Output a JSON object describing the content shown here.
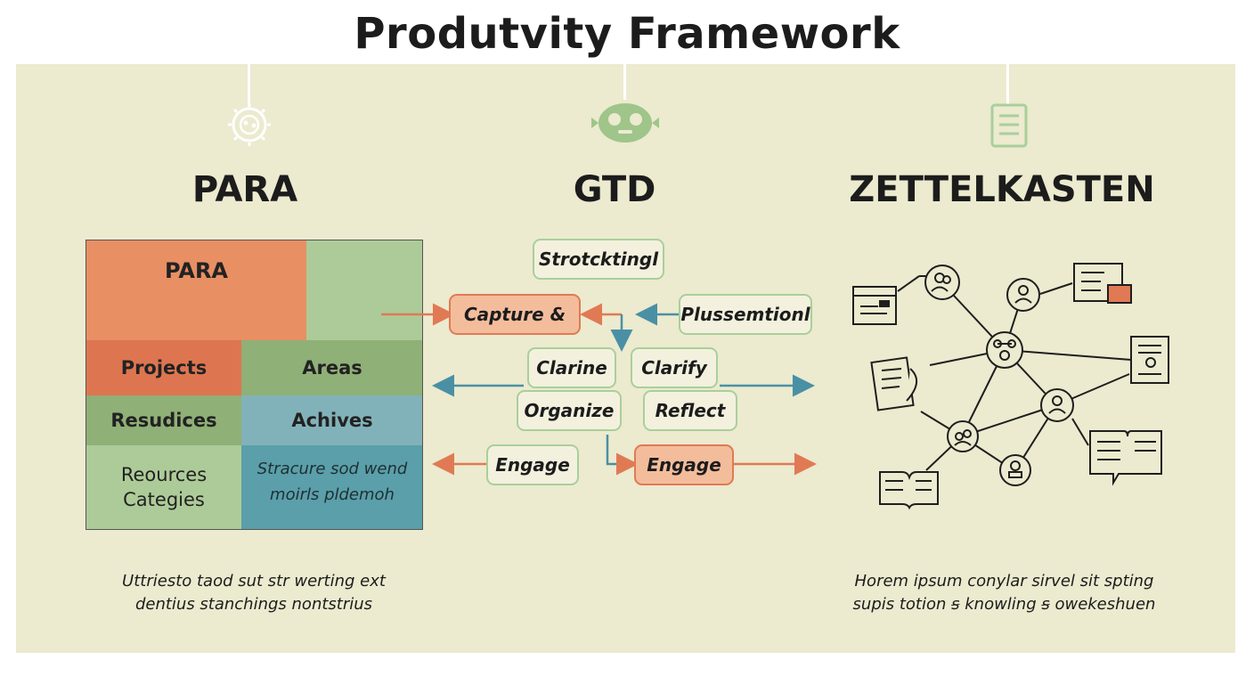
{
  "title": "Produtvity Framework",
  "columns": {
    "para": {
      "icon": "sun-icon",
      "title": "PARA",
      "grid": {
        "header": "PARA",
        "projects": "Projects",
        "areas": "Areas",
        "resudices": "Resudices",
        "achives": "Achives",
        "resources": "Reources Categies",
        "structure": "Stracure sod wend moirls pldemoh"
      },
      "caption": "Uttriesto taod sut str werting ext dentius stanchings nontstrius"
    },
    "gtd": {
      "icon": "robot-face-icon",
      "title": "GTD",
      "boxes": {
        "structuring": "Strotcktingl",
        "capture": "Capture &",
        "plussementionl": "Plussemtionl",
        "clarine": "Clarine",
        "clarify": "Clarify",
        "organize": "Organize",
        "reflect": "Reflect",
        "engage_left": "Engage",
        "engage_right": "Engage"
      }
    },
    "zettelkasten": {
      "icon": "document-icon",
      "title": "ZETTELKASTEN",
      "caption": "Horem ipsum conylar sirvel sit spting supis totion ꞩ knowling ꞩ owekeshuen"
    }
  },
  "colors": {
    "orange": "#e88f63",
    "dark_orange": "#dd7650",
    "green_light": "#adcb98",
    "green": "#8fb077",
    "blue_light": "#82b2b9",
    "blue": "#5a9faa",
    "arrow_orange": "#e07a54",
    "arrow_blue": "#4a90a4",
    "panel": "#eceacf"
  }
}
